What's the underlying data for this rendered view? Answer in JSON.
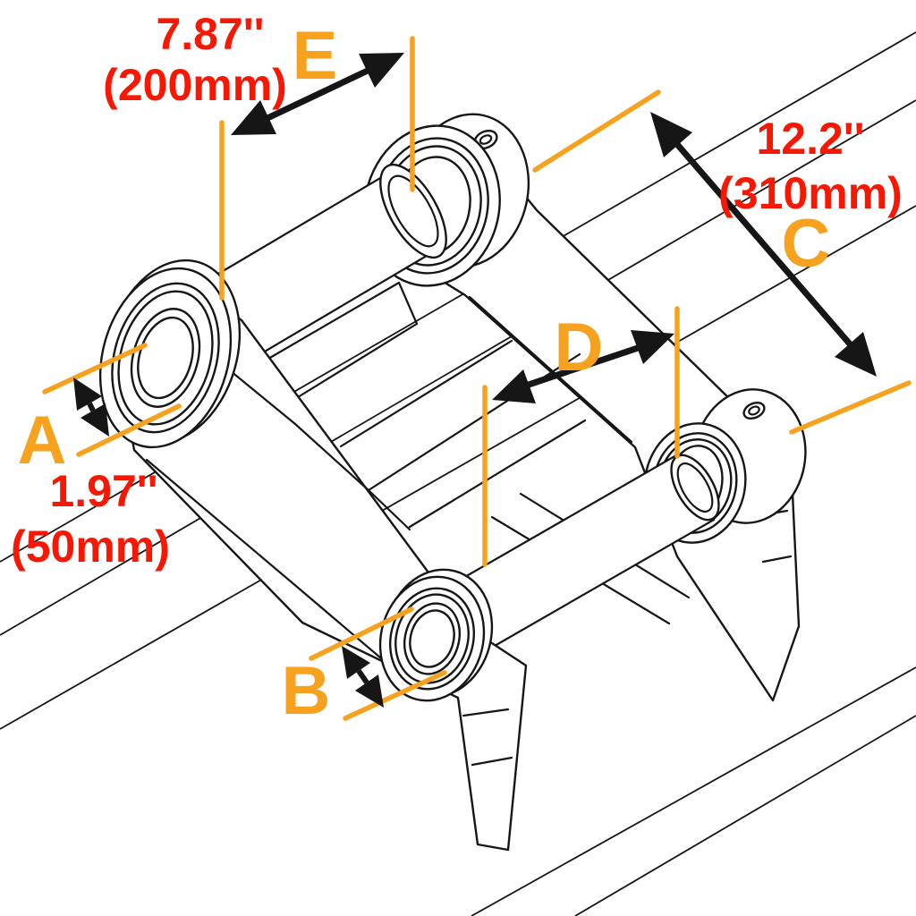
{
  "colors": {
    "label_orange": "#F6A21E",
    "measure_red": "#F81703",
    "line_black": "#161616",
    "background": "#FFFFFF"
  },
  "dimensions": {
    "E": {
      "label": "E",
      "inches": "7.87''",
      "mm": "(200mm)"
    },
    "C": {
      "label": "C",
      "inches": "12.2''",
      "mm": "(310mm)"
    },
    "D": {
      "label": "D"
    },
    "A": {
      "label": "A",
      "inches": "1.97''",
      "mm": "(50mm)"
    },
    "B": {
      "label": "B"
    }
  }
}
